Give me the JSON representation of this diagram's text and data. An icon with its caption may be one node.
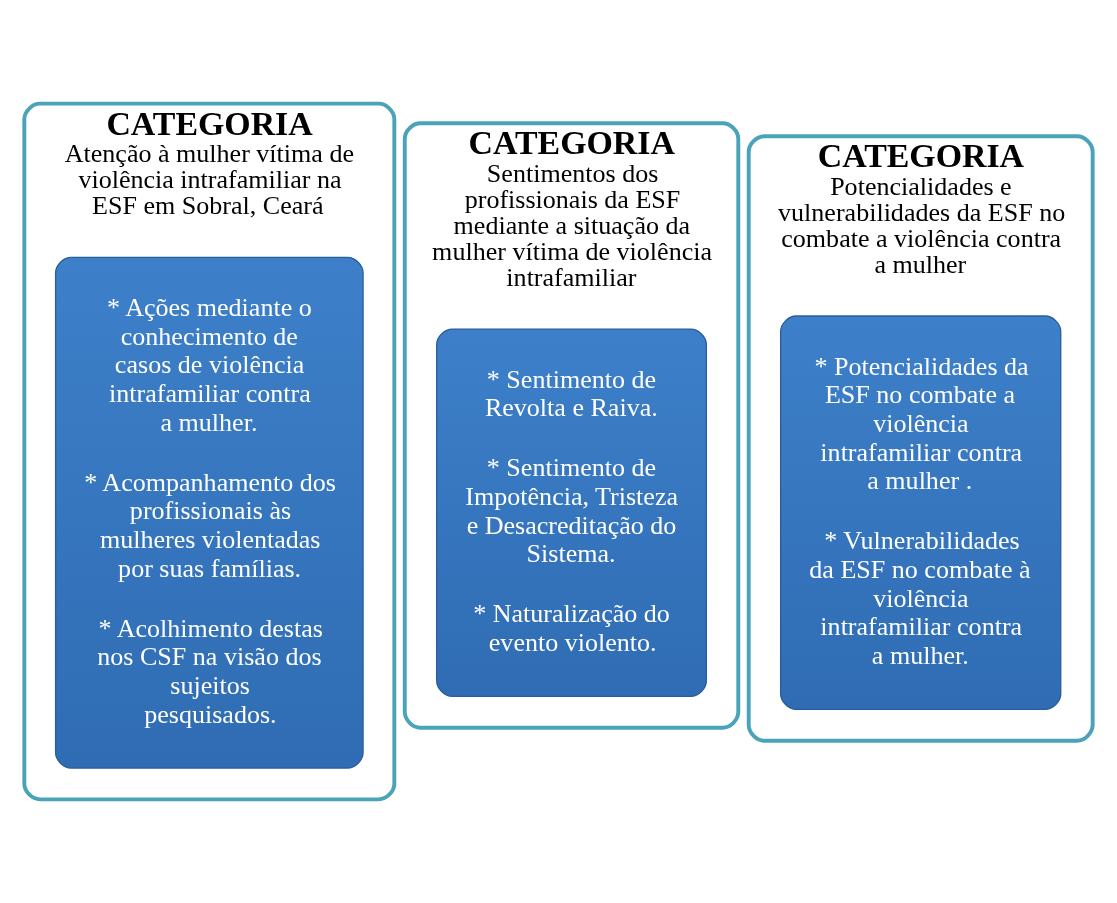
{
  "diagram": {
    "nodes": [
      {
        "text": [
          "CATEGORIA",
          "Atenção à mulher vítima de violência intrafamiliar na ESF em Sobral, Ceará"
        ]
      },
      {
        "text": [
          "* Ações mediante o conhecimento de casos de violência intrafamiliar contra a mulher.",
          "* Acompanhamento dos profissionais às mulheres violentadas por suas famílias.",
          "* Acolhimento destas nos CSF na visão dos sujeitos pesquisados."
        ],
        "in": 0
      },
      {
        "text": [
          "CATEGORIA",
          "Sentimentos dos profissionais da ESF mediante a situação da mulher vítima de violência intrafamiliar"
        ]
      },
      {
        "text": [
          "* Sentimento de Revolta e Raiva.",
          "* Sentimento de Impotência, Tristeza e Desacreditação do Sistema.",
          "* Naturalização do evento violento."
        ],
        "in": 2
      },
      {
        "text": [
          "CATEGORIA",
          "Potencialidades e vulnerabilidades da ESF no combate a violência contra a mulher"
        ]
      },
      {
        "text": [
          "* Potencialidades da ESF no combate a violência intrafamiliar contra a mulher .",
          "* Vulnerabilidades da ESF no combate à violência intrafamiliar contra a mulher."
        ],
        "in": 4
      }
    ]
  }
}
